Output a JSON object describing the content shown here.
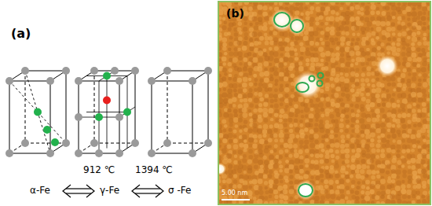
{
  "diagram": {
    "labels": [
      "(a)",
      "912 ℃",
      "1394 ℃",
      "α-Fe",
      "γ-Fe",
      "σ -Fe",
      "(b)",
      "5.00 nm"
    ]
  }
}
